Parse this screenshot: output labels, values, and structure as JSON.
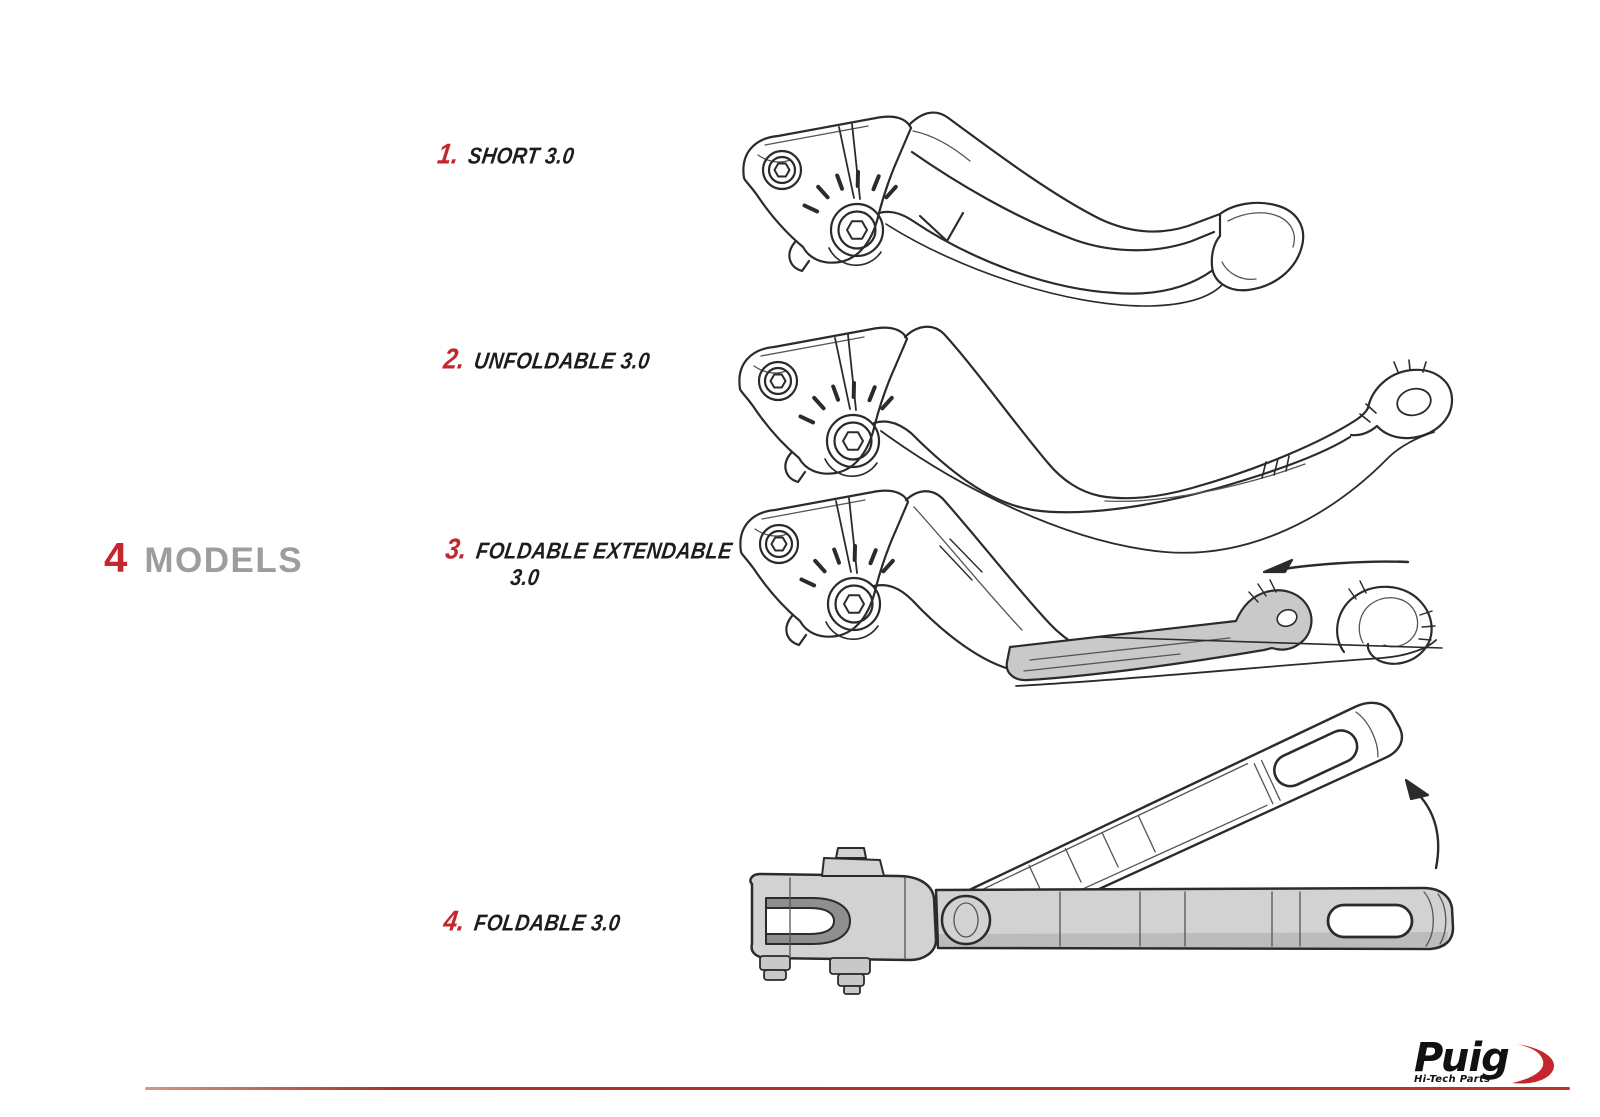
{
  "title": {
    "count": "4",
    "word": "MODELS"
  },
  "models": [
    {
      "number": "1.",
      "name": "SHORT 3.0"
    },
    {
      "number": "2.",
      "name": "UNFOLDABLE 3.0"
    },
    {
      "number": "3.",
      "name": "FOLDABLE EXTENDABLE",
      "name_line2": "3.0"
    },
    {
      "number": "4.",
      "name": "FOLDABLE 3.0"
    }
  ],
  "logo": {
    "brand": "Puig",
    "tagline": "Hi-Tech Parts"
  },
  "colors": {
    "accent_red": "#c5262d",
    "title_gray": "#9d9d9c",
    "ink": "#1d1d1b",
    "sketch_line": "#2b2b2b",
    "lever_fill_gray": "#d2d2d2",
    "extension_gray": "#c9c9c9",
    "clevis_shade_gray": "#8f8f8f",
    "rule_red": "#b5382b"
  },
  "icons": {
    "extend_direction": "arrow-left-icon",
    "fold_direction": "arrow-curve-up-icon"
  }
}
